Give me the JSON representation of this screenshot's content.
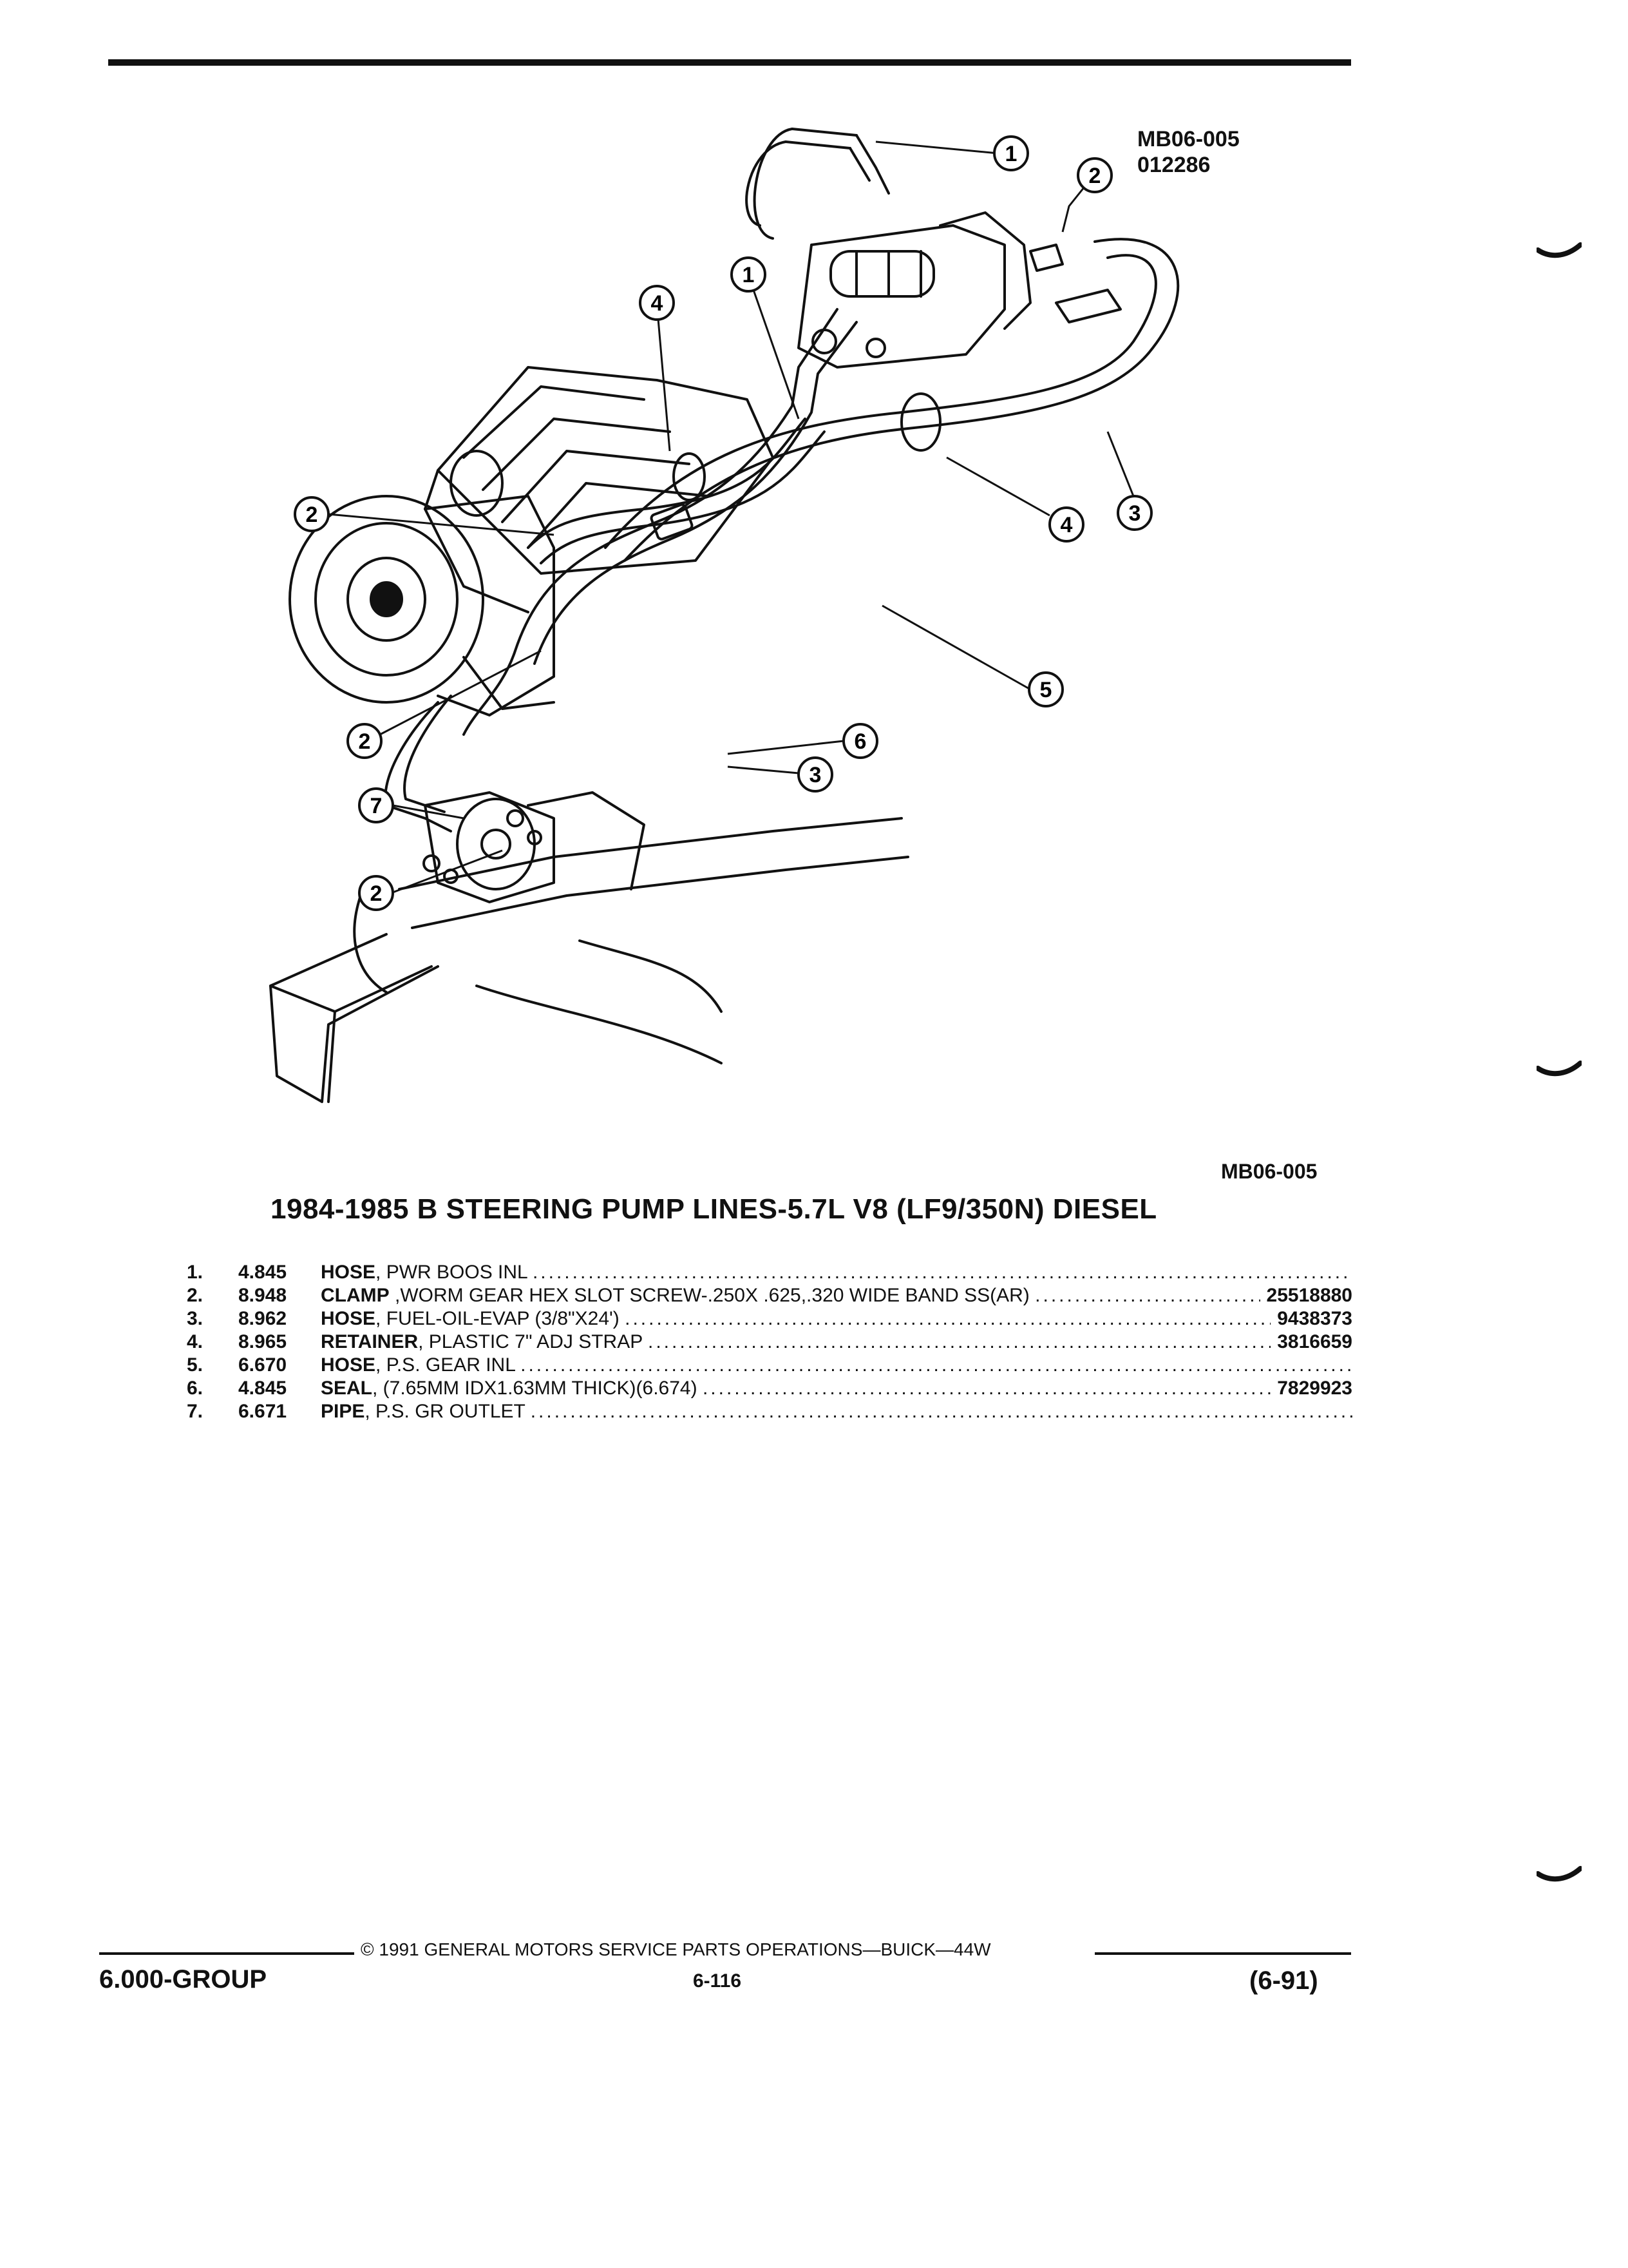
{
  "drawing": {
    "code": "MB06-005",
    "code_sub": "012286",
    "code_bottom": "MB06-005",
    "callouts": [
      "1",
      "2",
      "1",
      "4",
      "2",
      "4",
      "3",
      "5",
      "2",
      "6",
      "3",
      "7",
      "2"
    ]
  },
  "title": "1984-1985 B STEERING PUMP LINES-5.7L V8 (LF9/350N) DIESEL",
  "parts": [
    {
      "num": "1.",
      "ref": "4.845",
      "name": "HOSE",
      "desc": ", PWR BOOS INL",
      "part_no": ""
    },
    {
      "num": "2.",
      "ref": "8.948",
      "name": "CLAMP",
      "desc": " ,WORM GEAR HEX SLOT SCREW-.250X .625,.320 WIDE BAND SS(AR)",
      "part_no": "25518880"
    },
    {
      "num": "3.",
      "ref": "8.962",
      "name": "HOSE",
      "desc": ", FUEL-OIL-EVAP (3/8\"X24')",
      "part_no": "9438373"
    },
    {
      "num": "4.",
      "ref": "8.965",
      "name": "RETAINER",
      "desc": ", PLASTIC 7\" ADJ STRAP",
      "part_no": "3816659"
    },
    {
      "num": "5.",
      "ref": "6.670",
      "name": "HOSE",
      "desc": ", P.S. GEAR INL",
      "part_no": ""
    },
    {
      "num": "6.",
      "ref": "4.845",
      "name": "SEAL",
      "desc": ", (7.65MM IDX1.63MM THICK)(6.674)",
      "part_no": "7829923"
    },
    {
      "num": "7.",
      "ref": "6.671",
      "name": "PIPE",
      "desc": ", P.S. GR OUTLET",
      "part_no": ""
    }
  ],
  "footer": {
    "copyright": "© 1991 GENERAL MOTORS SERVICE PARTS OPERATIONS—BUICK—44W",
    "group": "6.000-GROUP",
    "page": "6-116",
    "date": "(6-91)"
  }
}
